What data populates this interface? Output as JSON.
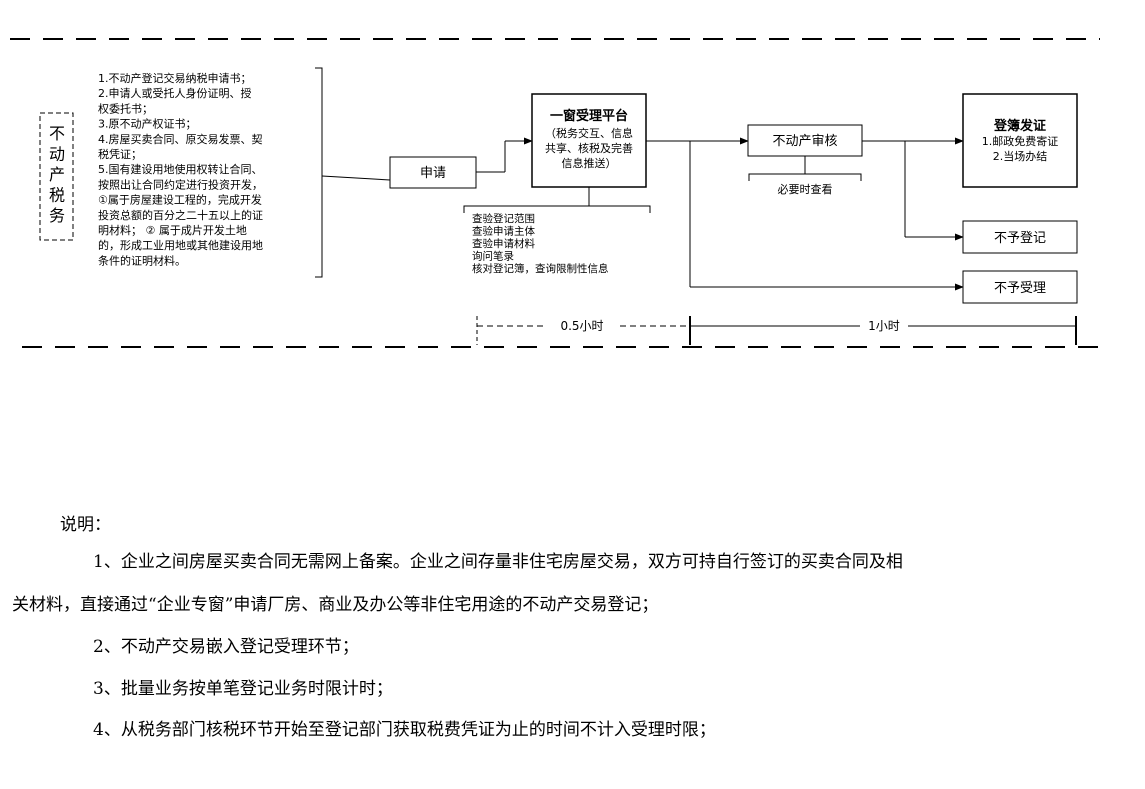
{
  "tax_label": "不动产税务",
  "documents": [
    "1.不动产登记交易纳税申请书；",
    "2.申请人或受托人身份证明、授",
    "权委托书；",
    "3.原不动产权证书；",
    "4.房屋买卖合同、原交易发票、契",
    "税凭证；",
    "5.国有建设用地使用权转让合同、",
    "按照出让合同约定进行投资开发，",
    "①属于房屋建设工程的，完成开发",
    "投资总额的百分之二十五以上的证",
    "明材料；  ② 属于成片开发土地",
    "的，形成工业用地或其他建设用地",
    "条件的证明材料。"
  ],
  "apply_box": "申请",
  "platform": {
    "title": "一窗受理平台",
    "lines": [
      "（税务交互、信息",
      "共享、核税及完善",
      "信息推送）"
    ]
  },
  "platform_checks": [
    "查验登记范围",
    "查验申请主体",
    "查验申请材料",
    "询问笔录",
    "核对登记簿，查询限制性信息"
  ],
  "review_box": "不动产审核",
  "review_note": "必要时查看",
  "issue": {
    "title": "登簿发证",
    "lines": [
      "1.邮政免费寄证",
      "2.当场办结"
    ]
  },
  "no_register": "不予登记",
  "no_accept": "不予受理",
  "time_labels": [
    "0.5小时",
    "1小时"
  ],
  "notes": {
    "heading": "说明：",
    "items": [
      "1、企业之间房屋买卖合同无需网上备案。企业之间存量非住宅房屋交易，双方可持自行签订的买卖合同及相",
      "关材料，直接通过“企业专窗”申请厂房、商业及办公等非住宅用途的不动产交易登记；",
      "2、不动产交易嵌入登记受理环节；",
      "3、批量业务按单笔登记业务时限计时；",
      "4、从税务部门核税环节开始至登记部门获取税费凭证为止的时间不计入受理时限；"
    ]
  }
}
